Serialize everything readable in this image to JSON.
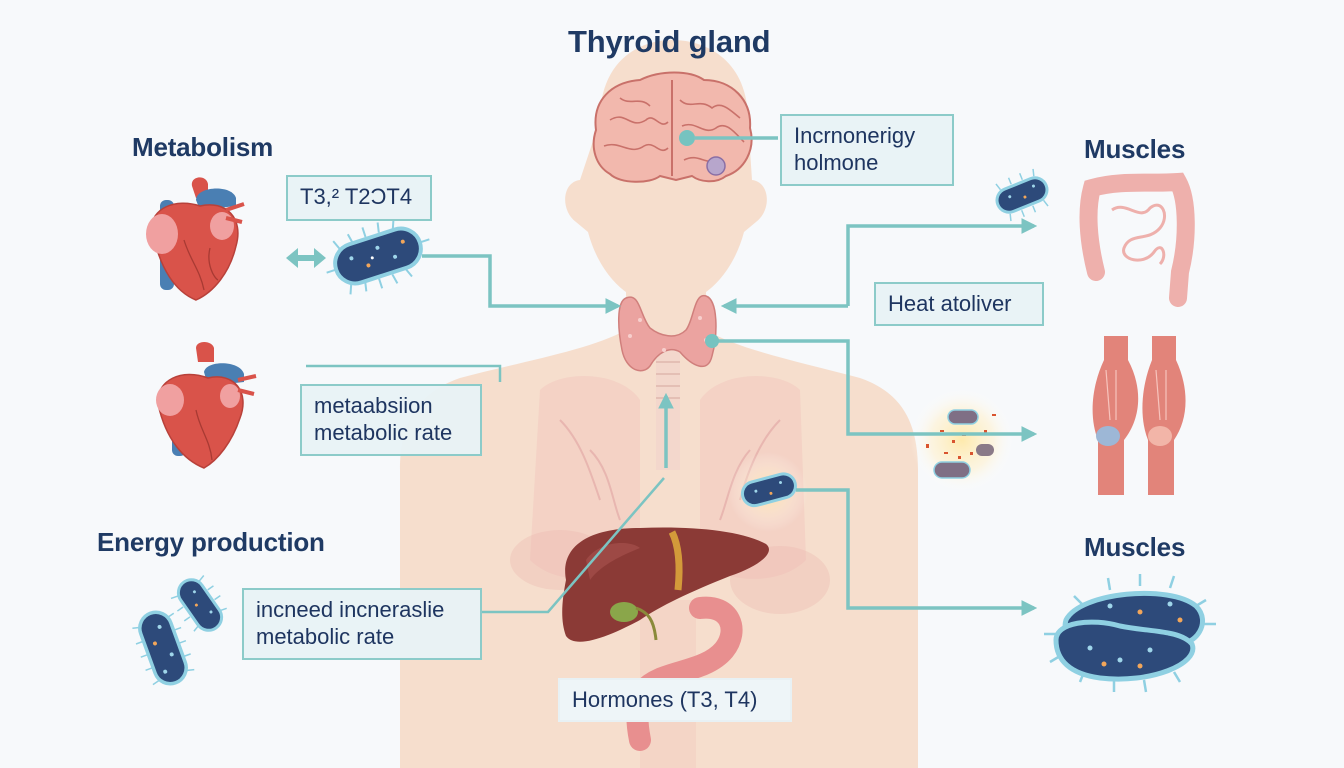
{
  "diagram": {
    "title": "Thyroid gland",
    "headings": {
      "metabolism": "Metabolism",
      "energy_production": "Energy production",
      "muscles_top": "Muscles",
      "muscles_bottom": "Muscles"
    },
    "labels": {
      "brain_label": [
        "Incrnonerigy",
        "holmone"
      ],
      "t3_t4_label": "T3,² T2ƆT4",
      "heat_label": "Heat atoliver",
      "metabolism_label": [
        "metaabsiion",
        "metabolic rate"
      ],
      "energy_label": [
        "incneed incneraslie",
        "metabolic rate"
      ],
      "hormones_label": "Hormones (T3, T4)"
    },
    "illustrations": [
      "heart-top",
      "heart-middle",
      "bacterium-left",
      "bacteria-pair-bottom-left",
      "brain",
      "thyroid",
      "lungs",
      "liver",
      "stomach",
      "bacterium-top-right",
      "intestines",
      "muscles-knees",
      "bacteria-burst",
      "bacterium-ring"
    ],
    "colors": {
      "heading": "#1f3a64",
      "label_text": "#1e3560",
      "connector": "#7cc4c2",
      "box_border": "#8ccbc9",
      "box_fill": "#e8f3f6",
      "body_skin": "#f6d9c8",
      "heart_red": "#d9534a",
      "vein_blue": "#4a7fb3",
      "bacteria_dark": "#2d4a7a",
      "bacteria_outline": "#8fd0e2",
      "liver": "#8b3a36",
      "thyroid": "#eba3a0"
    }
  }
}
